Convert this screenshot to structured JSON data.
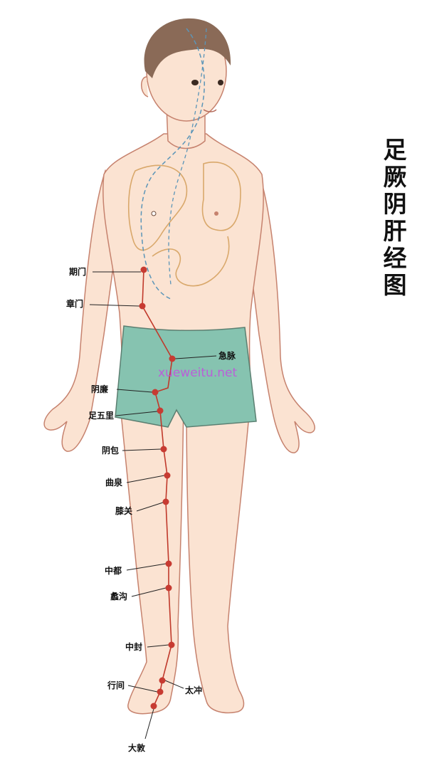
{
  "title": "足厥阴肝经图",
  "watermark": "xueweitu.net",
  "colors": {
    "skin": "#fbe3d2",
    "skin_outline": "#c6826e",
    "hair": "#8a6a57",
    "shorts": "#86c3b0",
    "meridian": "#c0392b",
    "point": "#c73b32",
    "internal_organ": "#d9a86b",
    "internal_branch": "#5b95b8"
  },
  "points": [
    {
      "id": "qimen",
      "label": "期门"
    },
    {
      "id": "zhangmen",
      "label": "章门"
    },
    {
      "id": "jimai",
      "label": "急脉"
    },
    {
      "id": "yinlian",
      "label": "阴廉"
    },
    {
      "id": "zuwuli",
      "label": "足五里"
    },
    {
      "id": "yinbao",
      "label": "阴包"
    },
    {
      "id": "ququan",
      "label": "曲泉"
    },
    {
      "id": "xiguan",
      "label": "膝关"
    },
    {
      "id": "zhongdu",
      "label": "中都"
    },
    {
      "id": "ligou",
      "label": "蠡沟"
    },
    {
      "id": "zhongfeng",
      "label": "中封"
    },
    {
      "id": "taichong",
      "label": "太冲"
    },
    {
      "id": "xingjian",
      "label": "行间"
    },
    {
      "id": "dadun",
      "label": "大敦"
    }
  ]
}
